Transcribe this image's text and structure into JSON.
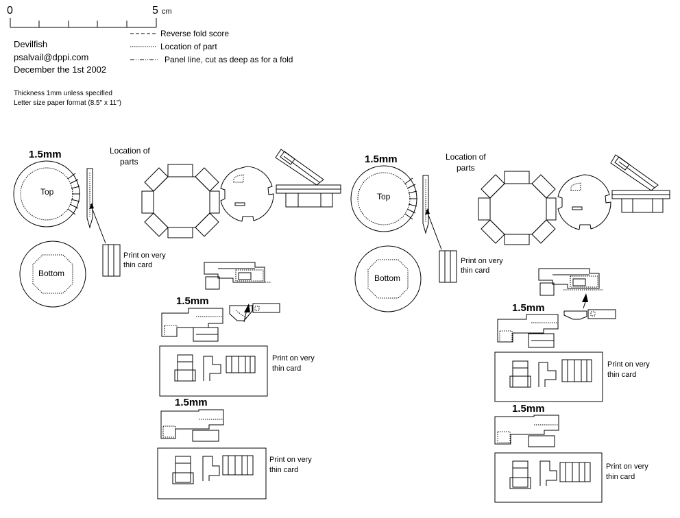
{
  "scale": {
    "zero": "0",
    "five": "5",
    "unit": "cm"
  },
  "legend": {
    "reverse_fold": "Reverse fold score",
    "location": "Location of part",
    "panel_line": "Panel line, cut as deep as for a fold"
  },
  "info": {
    "name": "Devilfish",
    "email": "psalvail@dppi.com",
    "date": "December the 1st 2002",
    "thickness": "Thickness 1mm unless  specified",
    "paper": "Letter size paper format (8.5\" x 11\")"
  },
  "left_set": {
    "disc_thickness": "1.5mm",
    "top_label": "Top",
    "bottom_label": "Bottom",
    "location_line1": "Location of",
    "location_line2": "parts",
    "print_note_1a": "Print on very",
    "print_note_1b": "thin card",
    "part_a_thickness": "1.5mm",
    "print_note_2a": "Print on very",
    "print_note_2b": "thin card",
    "part_b_thickness": "1.5mm",
    "print_note_3a": "Print on very",
    "print_note_3b": "thin card"
  },
  "right_set": {
    "disc_thickness": "1.5mm",
    "top_label": "Top",
    "bottom_label": "Bottom",
    "location_line1": "Location of",
    "location_line2": "parts",
    "print_note_1a": "Print on very",
    "print_note_1b": "thin card",
    "part_a_thickness": "1.5mm",
    "print_note_2a": "Print on very",
    "print_note_2b": "thin card",
    "part_b_thickness": "1.5mm",
    "print_note_3a": "Print on very",
    "print_note_3b": "thin card"
  }
}
